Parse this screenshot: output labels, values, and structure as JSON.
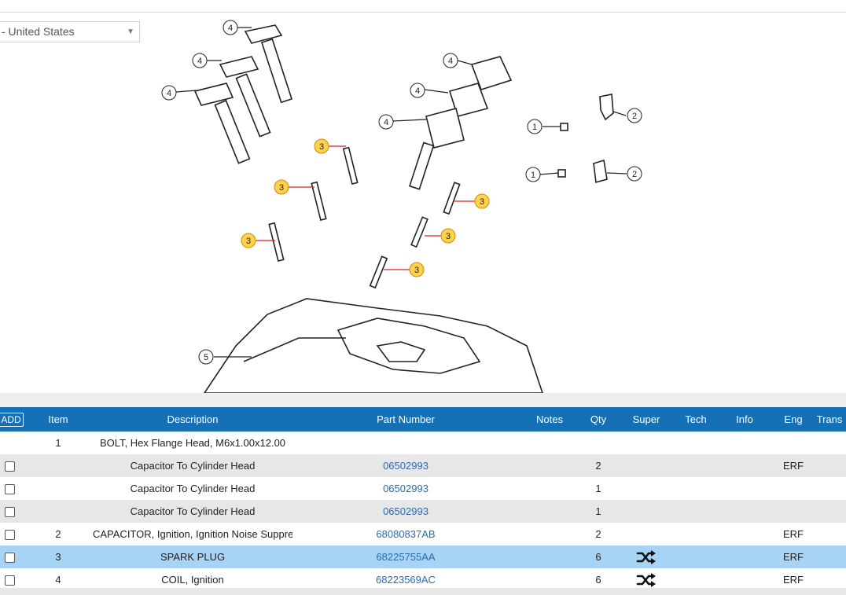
{
  "country_select": {
    "value": "- United States"
  },
  "diagram": {
    "callouts": [
      {
        "label": "4"
      },
      {
        "label": "4"
      },
      {
        "label": "4"
      },
      {
        "label": "4"
      },
      {
        "label": "4"
      },
      {
        "label": "4"
      },
      {
        "label": "1"
      },
      {
        "label": "1"
      },
      {
        "label": "2"
      },
      {
        "label": "2"
      },
      {
        "label": "3"
      },
      {
        "label": "3"
      },
      {
        "label": "3"
      },
      {
        "label": "3"
      },
      {
        "label": "3"
      },
      {
        "label": "3"
      },
      {
        "label": "5"
      }
    ]
  },
  "table": {
    "add_label": "ADD",
    "columns": [
      "Item",
      "Description",
      "Part Number",
      "Notes",
      "Qty",
      "Super",
      "Tech",
      "Info",
      "Eng",
      "Trans"
    ],
    "rows": [
      {
        "item": "1",
        "description": "BOLT, Hex Flange Head, M6x1.00x12.00",
        "part": "",
        "qty": "",
        "eng": "",
        "checkbox": false,
        "super": false
      },
      {
        "item": "",
        "description": "Capacitor To Cylinder Head",
        "part": "06502993",
        "qty": "2",
        "eng": "ERF",
        "checkbox": true,
        "super": false
      },
      {
        "item": "",
        "description": "Capacitor To Cylinder Head",
        "part": "06502993",
        "qty": "1",
        "eng": "",
        "checkbox": true,
        "super": false
      },
      {
        "item": "",
        "description": "Capacitor To Cylinder Head",
        "part": "06502993",
        "qty": "1",
        "eng": "",
        "checkbox": true,
        "super": false
      },
      {
        "item": "2",
        "description": "CAPACITOR, Ignition, Ignition Noise Suppression",
        "part": "68080837AB",
        "qty": "2",
        "eng": "ERF",
        "checkbox": true,
        "super": false
      },
      {
        "item": "3",
        "description": "SPARK PLUG",
        "part": "68225755AA",
        "qty": "6",
        "eng": "ERF",
        "checkbox": true,
        "super": true
      },
      {
        "item": "4",
        "description": "COIL, Ignition",
        "part": "68223569AC",
        "qty": "6",
        "eng": "ERF",
        "checkbox": true,
        "super": true
      }
    ]
  },
  "colors": {
    "header": "#1570b5",
    "highlight_row": "#a7d3f5",
    "callout_fill": "#ffd24d",
    "link": "#2a6bb0"
  }
}
